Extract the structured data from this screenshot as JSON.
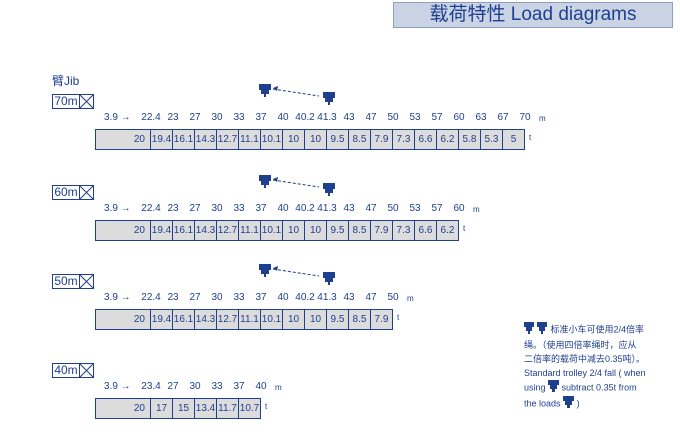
{
  "title": "载荷特性 Load diagrams",
  "jib_heading": "臂Jib",
  "radius_unit": "m",
  "load_unit": "t",
  "sections": [
    {
      "jib": "70m",
      "radii": [
        "3.9",
        "22.4",
        "23",
        "27",
        "30",
        "33",
        "37",
        "40",
        "40.2",
        "41.3",
        "43",
        "47",
        "50",
        "53",
        "57",
        "60",
        "63",
        "67",
        "70"
      ],
      "loads": [
        "20",
        "19.4",
        "16.1",
        "14.3",
        "12.7",
        "11.1",
        "10.1",
        "10",
        "10",
        "9.5",
        "8.5",
        "7.9",
        "7.3",
        "6.6",
        "6.2",
        "5.8",
        "5.3",
        "5"
      ]
    },
    {
      "jib": "60m",
      "radii": [
        "3.9",
        "22.4",
        "23",
        "27",
        "30",
        "33",
        "37",
        "40",
        "40.2",
        "41.3",
        "43",
        "47",
        "50",
        "53",
        "57",
        "60"
      ],
      "loads": [
        "20",
        "19.4",
        "16.1",
        "14.3",
        "12.7",
        "11.1",
        "10.1",
        "10",
        "10",
        "9.5",
        "8.5",
        "7.9",
        "7.3",
        "6.6",
        "6.2"
      ]
    },
    {
      "jib": "50m",
      "radii": [
        "3.9",
        "22.4",
        "23",
        "27",
        "30",
        "33",
        "37",
        "40",
        "40.2",
        "41.3",
        "43",
        "47",
        "50"
      ],
      "loads": [
        "20",
        "19.4",
        "16.1",
        "14.3",
        "12.7",
        "11.1",
        "10.1",
        "10",
        "10",
        "9.5",
        "8.5",
        "7.9"
      ]
    },
    {
      "jib": "40m",
      "radii": [
        "3.9",
        "23.4",
        "27",
        "30",
        "33",
        "37",
        "40"
      ],
      "loads": [
        "20",
        "17",
        "15",
        "13.4",
        "11.7",
        "10.7"
      ]
    }
  ],
  "note": {
    "cn_line1": "标准小车可使用2/4倍率",
    "cn_line2": "绳。（使用四倍率绳时，应从",
    "cn_line3": "二倍率的载荷中减去0.35吨）。",
    "en_line1": "Standard trolley 2/4 fall ( when",
    "en_line2a": "using",
    "en_line2b": "subtract  0.35t  from",
    "en_line3a": "the loads",
    "en_line3b": ")"
  },
  "colors": {
    "accent": "#1f3f8f",
    "cell_fill": "#dcdcdc",
    "title_fill": "#c9d3e4"
  }
}
